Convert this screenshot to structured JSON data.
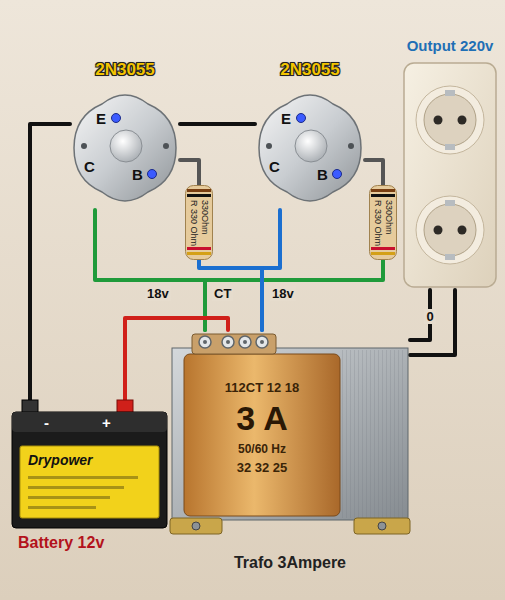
{
  "diagram": {
    "nodes": [
      {
        "text": [
          "2N3055",
          "E",
          "C",
          "B"
        ]
      },
      {
        "text": [
          "R 330 Ohm",
          "330Ohm"
        ]
      },
      {
        "text": [
          "2N3055",
          "E",
          "C",
          "B"
        ]
      },
      {
        "text": [
          "R 330 Ohm",
          "330Ohm"
        ]
      },
      {
        "text": [
          "Output 220v"
        ]
      },
      {
        "text": [
          "112CT 12 18",
          "3 A",
          "50/60 Hz",
          "32 32 25",
          "Trafo 3Ampere"
        ]
      },
      {
        "text": [
          "Drypower",
          "-",
          "+",
          "Battery 12v"
        ]
      }
    ],
    "edges": [
      {
        "from": 6,
        "to": 0,
        "arrow": "none"
      },
      {
        "from": 0,
        "to": 2,
        "arrow": "none"
      },
      {
        "from": 0,
        "to": 1,
        "arrow": "none"
      },
      {
        "from": 2,
        "to": 3,
        "arrow": "none"
      },
      {
        "from": 0,
        "to": 5,
        "arrow": "none"
      },
      {
        "from": 3,
        "to": 5,
        "arrow": "none"
      },
      {
        "from": 2,
        "to": 5,
        "arrow": "none"
      },
      {
        "from": 1,
        "to": 5,
        "arrow": "none"
      },
      {
        "from": 6,
        "to": 5,
        "arrow": "none"
      },
      {
        "from": 5,
        "to": 4,
        "label": "0",
        "arrow": "none"
      },
      {
        "from": 5,
        "to": 4,
        "arrow": "none"
      }
    ],
    "labels": [
      "18v",
      "CT",
      "18v"
    ]
  }
}
